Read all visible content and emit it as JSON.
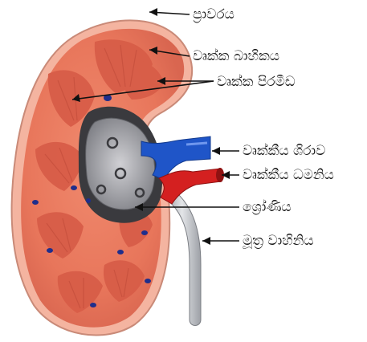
{
  "labels": {
    "capsule": "ප්‍රාවරය",
    "cortex": "වෘක්ක බාහිකය",
    "pyramid": "වෘක්ක පිරමීඩ",
    "renal_vein": "වෘක්කීය ශිරාව",
    "renal_artery": "වෘක්කීය ධමනිය",
    "pelvis": "ශ්‍රෝණිය",
    "ureter": "මූත්‍ර වාහිනිය"
  },
  "colors": {
    "cortex": "#e8765b",
    "pyramid": "#d85d48",
    "capsule": "#f4b4a0",
    "pelvis": "#9a9a9e",
    "vein": "#1f55c8",
    "artery": "#d42020",
    "ureter": "#b9bcc2"
  }
}
